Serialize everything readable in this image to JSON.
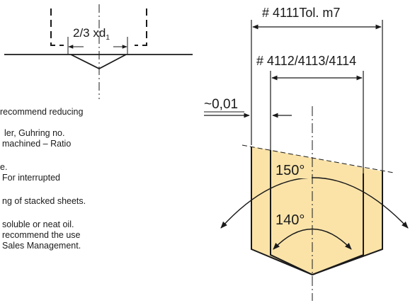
{
  "labels": {
    "top_left_dim": "2/3 xd",
    "top_left_sub": "1",
    "dim_4111": "# 4111Tol. m7",
    "dim_4112": "# 4112/4113/4114",
    "offset": "~0,01",
    "angle_150": "150°",
    "angle_140": "140°"
  },
  "text_lines": [
    "recommend reducing",
    "ler, Guhring no.",
    "machined – Ratio",
    "e.",
    "For interrupted",
    "ng of stacked sheets.",
    "soluble or neat oil.",
    "recommend the use",
    "Sales Management."
  ],
  "colors": {
    "fill": "#fbe3a8",
    "line": "#1a1a1a"
  }
}
